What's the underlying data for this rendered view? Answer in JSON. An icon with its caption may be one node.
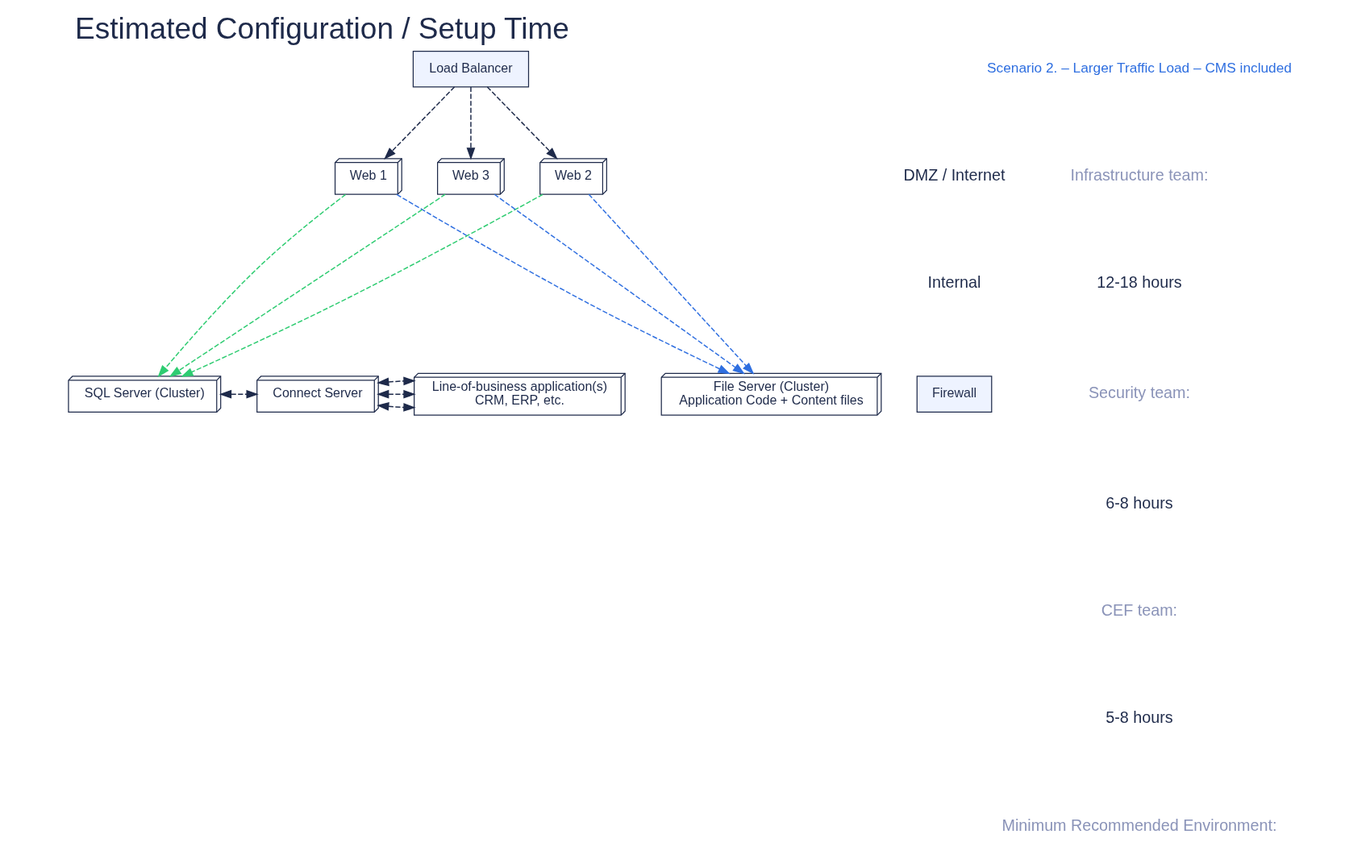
{
  "diagram": {
    "title": "Estimated Configuration / Setup Time",
    "nodes": [
      {
        "text": [
          "Load Balancer"
        ]
      },
      {
        "text": [
          "Web 1"
        ]
      },
      {
        "text": [
          "Web 2"
        ]
      },
      {
        "text": [
          "Web 3"
        ]
      },
      {
        "text": [
          "File Server (Cluster)",
          "Application Code + Content files"
        ]
      },
      {
        "text": [
          "SQL Server (Cluster)"
        ]
      },
      {
        "text": [
          "Connect Server"
        ]
      },
      {
        "text": [
          "Line-of-business application(s)",
          "CRM, ERP, etc."
        ]
      },
      {
        "text": [
          "Firewall"
        ]
      }
    ],
    "edges": [
      {
        "from": 0,
        "to": 1,
        "arrow": "to",
        "style": "dashed"
      },
      {
        "from": 0,
        "to": 2,
        "arrow": "to",
        "style": "dashed"
      },
      {
        "from": 0,
        "to": 3,
        "arrow": "to",
        "style": "dashed"
      },
      {
        "from": 1,
        "to": 4,
        "arrow": "to",
        "style": "dashed",
        "color": "#2f6fe0"
      },
      {
        "from": 1,
        "to": 5,
        "arrow": "to",
        "style": "dashed",
        "color": "#2ecc71"
      },
      {
        "from": 2,
        "to": 4,
        "arrow": "to",
        "style": "dashed",
        "color": "#2f6fe0"
      },
      {
        "from": 2,
        "to": 5,
        "arrow": "to",
        "style": "dashed",
        "color": "#2ecc71"
      },
      {
        "from": 3,
        "to": 4,
        "arrow": "to",
        "style": "dashed",
        "color": "#2f6fe0"
      },
      {
        "from": 3,
        "to": 5,
        "arrow": "to",
        "style": "dashed",
        "color": "#2ecc71"
      },
      {
        "from": 5,
        "to": 6,
        "arrow": "both",
        "style": "dashed"
      },
      {
        "from": 6,
        "to": 7,
        "arrow": "both",
        "style": "dashed"
      },
      {
        "from": 6,
        "to": 7,
        "arrow": "both",
        "style": "dashed"
      },
      {
        "from": 6,
        "to": 7,
        "arrow": "both",
        "style": "dashed"
      }
    ],
    "labels": [
      "Scenario 2. – Larger Traffic Load – CMS included",
      "Infrastructure team:",
      "12-18 hours",
      "Security team:",
      "6-8 hours",
      "CEF team:",
      "5-8 hours",
      "Minimum Recommended Environment:",
      "DMZ / Internet",
      "Internal"
    ]
  }
}
